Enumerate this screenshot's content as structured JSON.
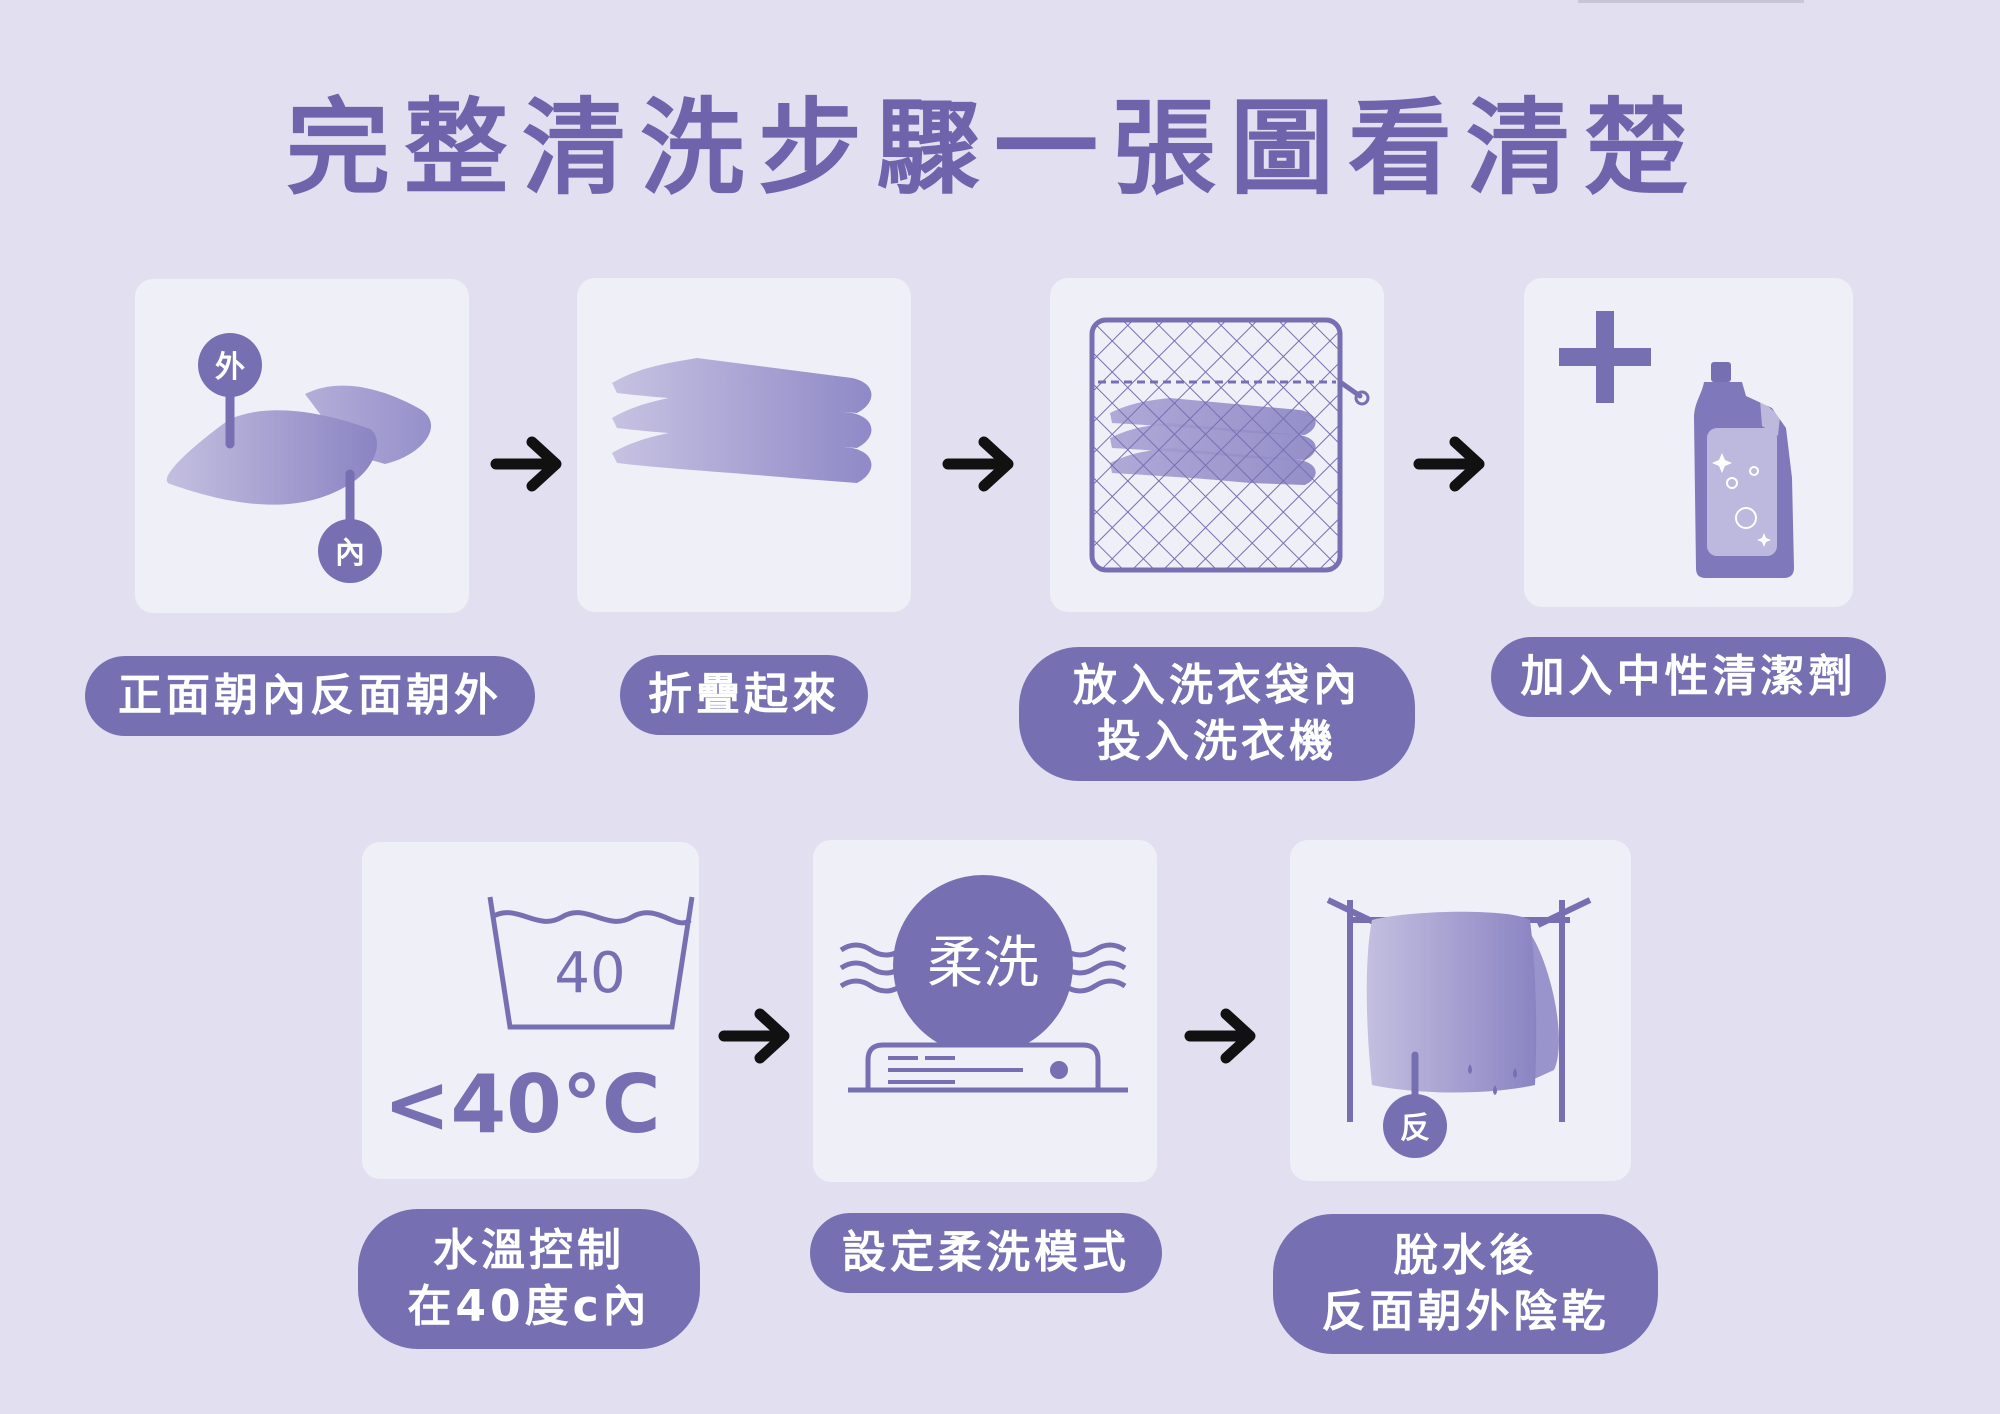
{
  "title": "完整清洗步驟一張圖看清楚",
  "steps": [
    {
      "lines": [
        "正面朝內反面朝外"
      ],
      "badges": [
        "外",
        "內"
      ]
    },
    {
      "lines": [
        "折疊起來"
      ]
    },
    {
      "lines": [
        "放入洗衣袋內",
        "投入洗衣機"
      ]
    },
    {
      "lines": [
        "加入中性清潔劑"
      ],
      "plus": "+"
    },
    {
      "lines": [
        "水溫控制",
        "在40度c內"
      ],
      "tub_number": "40",
      "temp_text": "<40°C"
    },
    {
      "lines": [
        "設定柔洗模式"
      ],
      "badge": "柔洗"
    },
    {
      "lines": [
        "脫水後",
        "反面朝外陰乾"
      ],
      "badge": "反"
    }
  ],
  "colors": {
    "background": "#e1dff0",
    "card": "#efeff8",
    "accent": "#7670b3",
    "title": "#6f64ac",
    "arrow": "#111111"
  },
  "icons": [
    "towel-inside-out-icon",
    "folded-towels-icon",
    "laundry-net-bag-icon",
    "detergent-bottle-icon",
    "wash-tub-40-icon",
    "gentle-wash-machine-icon",
    "drying-rack-icon",
    "arrow-right-icon"
  ]
}
